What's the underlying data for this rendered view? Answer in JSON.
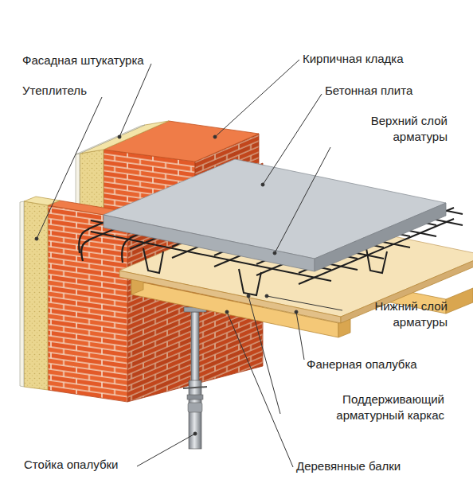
{
  "diagram": {
    "labels": [
      "Фасадная штукатурка",
      "Утеплитель",
      "Кирпичная кладка",
      "Бетонная плита",
      "Верхний слой арматуры",
      "Нижний слой арматуры",
      "Фанерная опалубка",
      "Поддерживающий арматурный каркас",
      "Стойка опалубки",
      "Деревянные балки"
    ]
  }
}
